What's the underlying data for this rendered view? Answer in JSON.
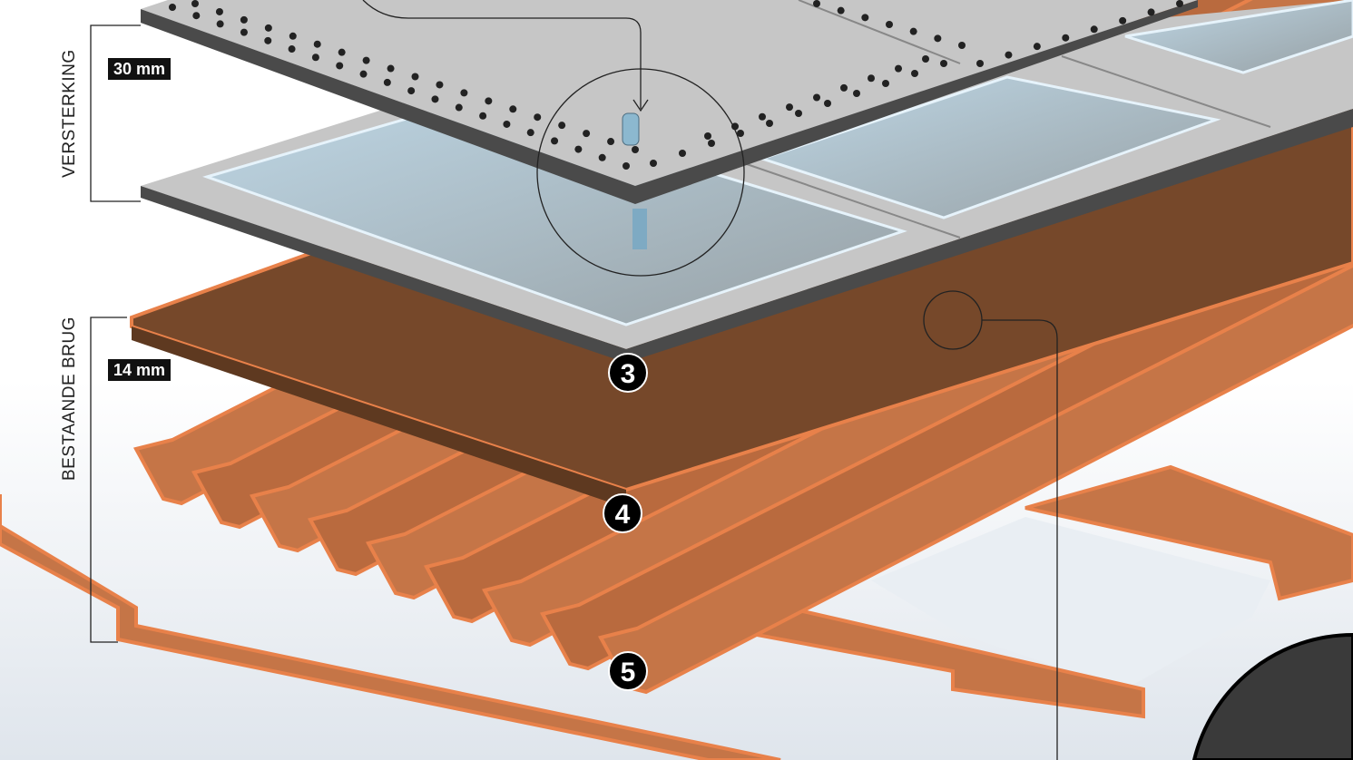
{
  "labels": {
    "reinforcement": "VERSTERKING",
    "reinforcement_thickness": "30 mm",
    "existing_bridge": "BESTAANDE BRUG",
    "existing_thickness": "14 mm"
  },
  "markers": [
    "3",
    "4",
    "5"
  ],
  "colors": {
    "steel_top": "#c6c6c6",
    "steel_edge": "#4a4a4a",
    "deck_brown": "#76482a",
    "rib_orange": "#c57547",
    "outline_orange": "#e8814a",
    "glass": "#a9cde0",
    "fog": "#dfe5ec"
  }
}
